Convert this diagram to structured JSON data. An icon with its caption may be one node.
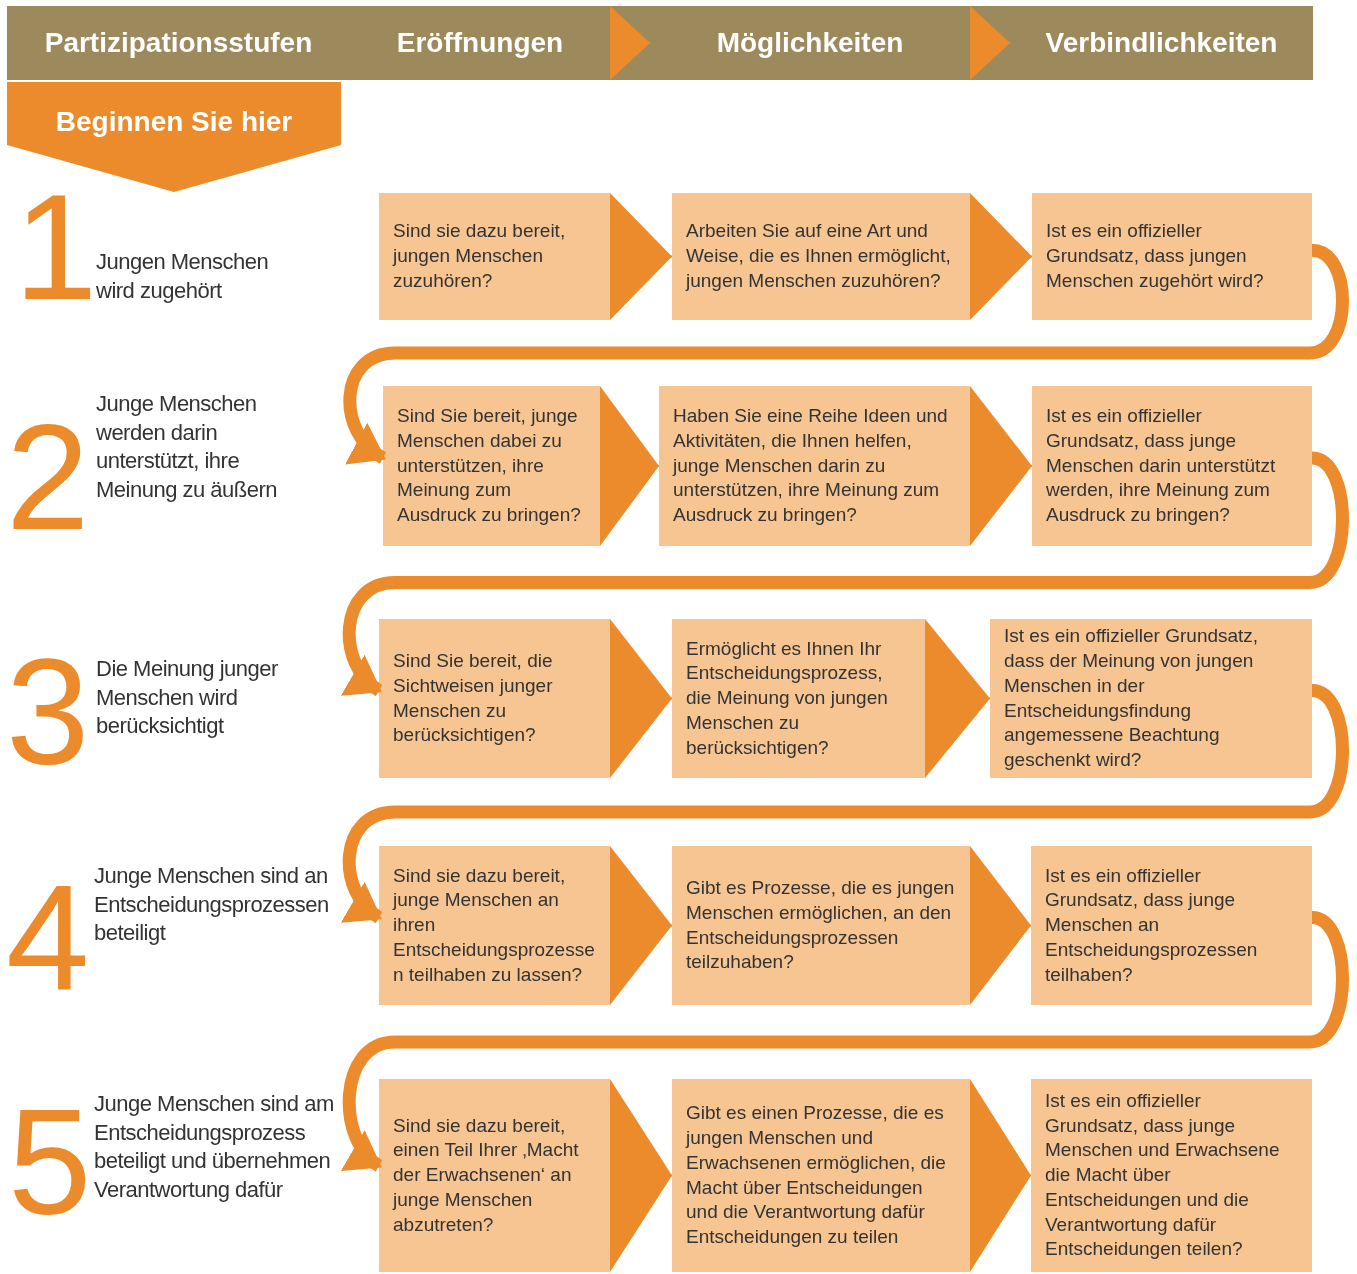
{
  "diagram": {
    "nodes": [
      {
        "text": [],
        "shape": "bar"
      },
      {
        "text": [
          "Partizipationsstufen"
        ],
        "in": 0
      },
      {
        "text": [
          "Eröffnungen"
        ],
        "in": 0
      },
      {
        "text": [
          "Möglichkeiten"
        ],
        "in": 0
      },
      {
        "text": [
          "Verbindlichkeiten"
        ],
        "in": 0
      },
      {
        "text": [
          "Beginnen Sie hier"
        ]
      },
      {
        "text": [
          "Sind sie dazu bereit, jungen Menschen zuzuhören?"
        ]
      },
      {
        "text": [
          "Arbeiten Sie auf eine Art und Weise, die es Ihnen ermöglicht, jungen Menschen zuzuhören?"
        ]
      },
      {
        "text": [
          "Ist es ein offizieller Grundsatz, dass jungen Menschen zugehört wird?"
        ]
      },
      {
        "text": [
          "Sind Sie bereit, junge Menschen dabei zu unterstützen, ihre Meinung zum Ausdruck zu bringen?"
        ]
      },
      {
        "text": [
          "Haben Sie eine Reihe Ideen und Aktivitäten, die Ihnen helfen, junge Menschen darin zu unterstützen, ihre Meinung zum Ausdruck zu bringen?"
        ]
      },
      {
        "text": [
          "Ist es ein offizieller Grundsatz, dass junge Menschen darin unterstützt werden, ihre Meinung zum Ausdruck zu bringen?"
        ]
      },
      {
        "text": [
          "Sind Sie bereit, die Sichtweisen junger Menschen zu berücksichtigen?"
        ]
      },
      {
        "text": [
          "Ermöglicht es Ihnen Ihr Entscheidungsprozess, die Meinung von jungen Menschen zu berücksichtigen?"
        ]
      },
      {
        "text": [
          "Ist es ein offizieller Grundsatz, dass der Meinung von jungen Menschen in der Entscheidungsfindung angemessene Beachtung geschenkt wird?"
        ]
      },
      {
        "text": [
          "Sind sie dazu bereit, junge Menschen an ihren Entscheidungsprozessen teilhaben zu lassen?"
        ]
      },
      {
        "text": [
          "Gibt es Prozesse, die es jungen Menschen ermöglichen, an den Entscheidungsprozessen teilzuhaben?"
        ]
      },
      {
        "text": [
          "Ist es ein offizieller Grundsatz, dass junge Menschen an Entscheidungsprozessen teilhaben?"
        ]
      },
      {
        "text": [
          "Sind sie dazu bereit, einen Teil Ihrer ‚Macht der Erwachsenen‘ an junge Menschen abzutreten?"
        ]
      },
      {
        "text": [
          "Gibt es einen Prozesse, die es jungen Menschen und Erwachsenen ermöglichen, die Macht über Entscheidungen und die Verantwortung dafür Entscheidungen zu teilen"
        ]
      },
      {
        "text": [
          "Ist es ein offizieller Grundsatz, dass junge Menschen und Erwachsene die Macht über Entscheidungen und die Verantwortung dafür Entscheidungen teilen?"
        ]
      }
    ],
    "edges": [
      {
        "from": 2,
        "to": 3,
        "arrow": "to"
      },
      {
        "from": 3,
        "to": 4,
        "arrow": "to"
      },
      {
        "from": 6,
        "to": 7,
        "arrow": "to"
      },
      {
        "from": 7,
        "to": 8,
        "arrow": "to"
      },
      {
        "from": 8,
        "to": 9,
        "arrow": "to",
        "style": "thick"
      },
      {
        "from": 9,
        "to": 10,
        "arrow": "to"
      },
      {
        "from": 10,
        "to": 11,
        "arrow": "to"
      },
      {
        "from": 11,
        "to": 12,
        "arrow": "to",
        "style": "thick"
      },
      {
        "from": 12,
        "to": 13,
        "arrow": "to"
      },
      {
        "from": 13,
        "to": 14,
        "arrow": "to"
      },
      {
        "from": 14,
        "to": 15,
        "arrow": "to",
        "style": "thick"
      },
      {
        "from": 15,
        "to": 16,
        "arrow": "to"
      },
      {
        "from": 16,
        "to": 17,
        "arrow": "to"
      },
      {
        "from": 17,
        "to": 18,
        "arrow": "to",
        "style": "thick"
      },
      {
        "from": 18,
        "to": 19,
        "arrow": "to"
      },
      {
        "from": 19,
        "to": 20,
        "arrow": "to"
      }
    ],
    "labels": [
      "1",
      "Jungen Menschen wird zugehört",
      "2",
      "Junge Menschen werden darin unterstützt, ihre Meinung zu äußern",
      "3",
      "Die Meinung junger Menschen wird berücksichtigt",
      "4",
      "Junge Menschen sind an Entscheidungsprozessen beteiligt",
      "5",
      "Junge Menschen sind am Entscheidungsprozess beteiligt und übernehmen Verantwortung dafür"
    ]
  }
}
